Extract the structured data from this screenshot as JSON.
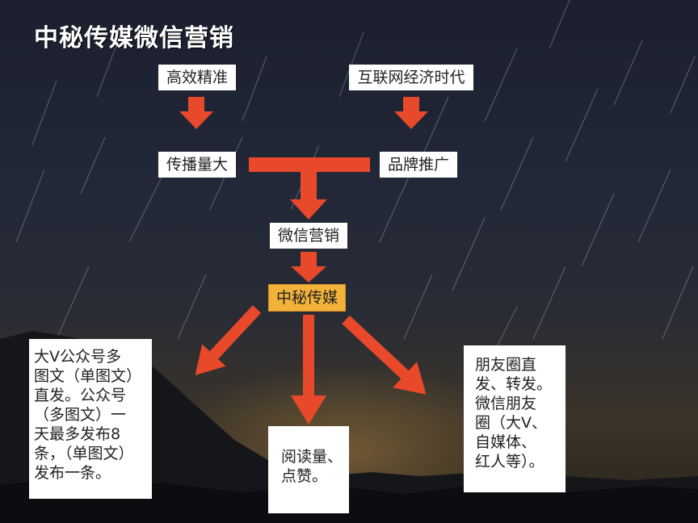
{
  "title": "中秘传媒微信营销",
  "nodes": {
    "precise": "高效精准",
    "internet": "互联网经济时代",
    "spread": "传播量大",
    "brand": "品牌推广",
    "wechat": "微信营销",
    "company": "中秘传媒"
  },
  "outputs": {
    "left": "大V公众号多\n图文（单图文）\n直发。公众号\n（多图文）一\n天最多发布8\n条，（单图文）\n发布一条。",
    "middle": "阅读量、\n点赞。",
    "right": "朋友圈直\n发、转发。\n微信朋友\n圈（大V、\n自媒体、\n红人等）。"
  },
  "colors": {
    "arrow": "#e8492a",
    "highlight": "#f3b23a",
    "background": "#1f2333"
  }
}
